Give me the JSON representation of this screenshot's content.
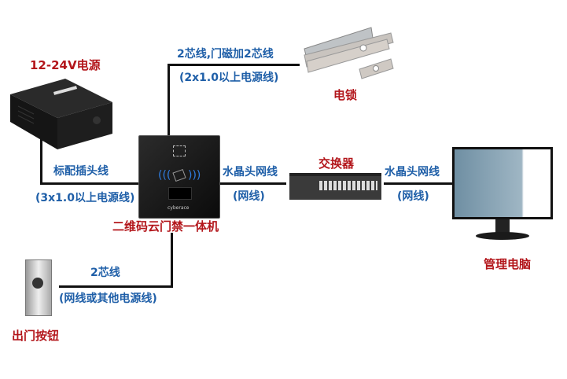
{
  "colors": {
    "device_label": "#b3161b",
    "cable_label": "#1f5fa8",
    "line": "#111111"
  },
  "power_supply": {
    "title": "12-24V电源",
    "cable_label": "标配插头线",
    "cable_spec": "(3x1.0以上电源线)"
  },
  "lock": {
    "title": "电锁",
    "cable_label": "2芯线,门磁加2芯线",
    "cable_spec": "(2x1.0以上电源线)"
  },
  "reader": {
    "title": "二维码云门禁一体机",
    "brand": "cyberace"
  },
  "switch": {
    "title": "交换器",
    "left_cable_label": "水晶头网线",
    "left_cable_spec": "(网线)",
    "right_cable_label": "水晶头网线",
    "right_cable_spec": "(网线)"
  },
  "computer": {
    "title": "管理电脑"
  },
  "exit_button": {
    "title": "出门按钮",
    "cable_label": "2芯线",
    "cable_spec": "(网线或其他电源线)"
  }
}
